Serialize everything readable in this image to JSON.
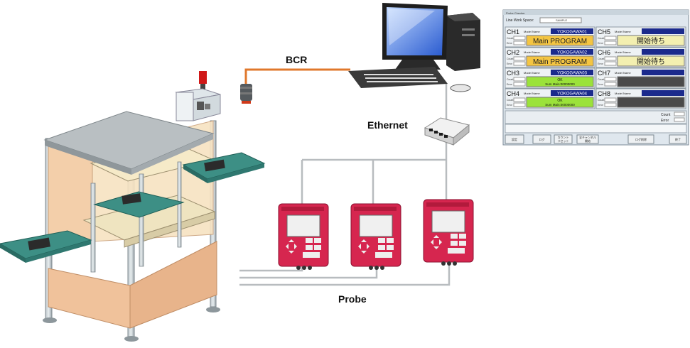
{
  "labels": {
    "bcr": "BCR",
    "ethernet": "Ethernet",
    "probe": "Probe"
  },
  "screen": {
    "title": "Probe Checker",
    "line_work_space_label": "Line Work Space:",
    "line_work_space_value": "SAMPLE",
    "field_model_name": "Model Name",
    "field_count": "Count",
    "field_error": "Error",
    "channels": [
      {
        "ch": "CH1",
        "model": "YOKOGAWA01",
        "status": "Main PROGRAM",
        "status_type": "running"
      },
      {
        "ch": "CH2",
        "model": "YOKOGAWA02",
        "status": "Main PROGRAM",
        "status_type": "running"
      },
      {
        "ch": "CH3",
        "model": "YOKOGAWA03",
        "status": "OK",
        "status2": "Sum Main:00000000",
        "status_type": "ok"
      },
      {
        "ch": "CH4",
        "model": "YOKOGAWA04",
        "status": "OK",
        "status2": "Sum Main:00000000",
        "status_type": "ok"
      },
      {
        "ch": "CH5",
        "model": "",
        "status": "開始待ち",
        "status_type": "waiting"
      },
      {
        "ch": "CH6",
        "model": "",
        "status": "開始待ち",
        "status_type": "waiting"
      },
      {
        "ch": "CH7",
        "model": "",
        "status": "",
        "status_type": "inactive"
      },
      {
        "ch": "CH8",
        "model": "",
        "status": "",
        "status_type": "inactive"
      }
    ],
    "bottom_count": "Count",
    "bottom_error": "Error",
    "buttons": [
      "設定",
      "ログ",
      "カウント\nリセット",
      "全チャンネル\n開始",
      "ログ削除",
      "終了"
    ]
  },
  "colors": {
    "board": "#3d8f85",
    "controller": "#d6264f",
    "model_bg": "#1b2a8c",
    "running": "#f4c542",
    "ok": "#9be23a",
    "waiting": "#f3efb0",
    "inactive": "#4a4a4a",
    "bcr_cable": "#e0782c"
  }
}
